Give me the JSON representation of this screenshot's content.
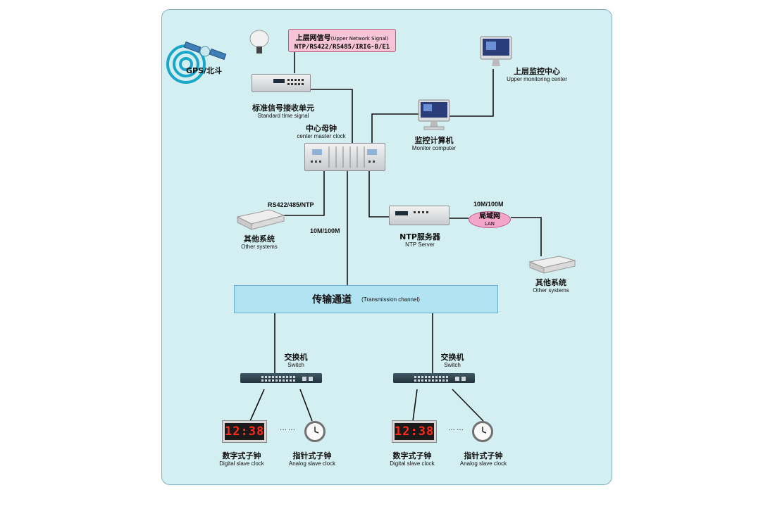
{
  "gps": {
    "label": "GPS/北斗"
  },
  "upper_signal": {
    "line1": "上层网信号",
    "line1_en": "(Upper Network Signal)",
    "line2": "NTP/RS422/RS485/IRIG-B/E1"
  },
  "receiver": {
    "zh": "标准信号接收单元",
    "en": "Standard time signal"
  },
  "master": {
    "zh": "中心母钟",
    "en": "center master clock"
  },
  "monitor_pc": {
    "zh": "监控计算机",
    "en": "Monitor computer"
  },
  "upper_center": {
    "zh": "上层监控中心",
    "en": "Upper monitoring center"
  },
  "link_rs": "RS422/485/NTP",
  "link_10m_a": "10M/100M",
  "link_10m_b": "10M/100M",
  "other_left": {
    "zh": "其他系统",
    "en": "Other systems"
  },
  "ntp": {
    "zh": "NTP服务器",
    "en": "NTP Server"
  },
  "lan": {
    "zh": "局域网",
    "en": "LAN"
  },
  "other_right": {
    "zh": "其他系统",
    "en": "Other systems"
  },
  "transmission": {
    "zh": "传输通道",
    "en": "(Transmission channel)"
  },
  "switch_left": {
    "zh": "交换机",
    "en": "Switch"
  },
  "switch_right": {
    "zh": "交换机",
    "en": "Switch"
  },
  "digital_left": {
    "time": "12:38",
    "zh": "数字式子钟",
    "en": "Digital slave clock"
  },
  "analog_left": {
    "zh": "指针式子钟",
    "en": "Analog slave clock"
  },
  "digital_right": {
    "time": "12:38",
    "zh": "数字式子钟",
    "en": "Digital slave clock"
  },
  "analog_right": {
    "zh": "指针式子钟",
    "en": "Analog slave clock"
  },
  "dots": "……",
  "colors": {
    "panel": "#d4eff2",
    "transmission": "#b2e3f3",
    "lan": "#f3a6c9",
    "upper_signal": "#f6c4d6",
    "gps_rings": "#19a6c7"
  }
}
